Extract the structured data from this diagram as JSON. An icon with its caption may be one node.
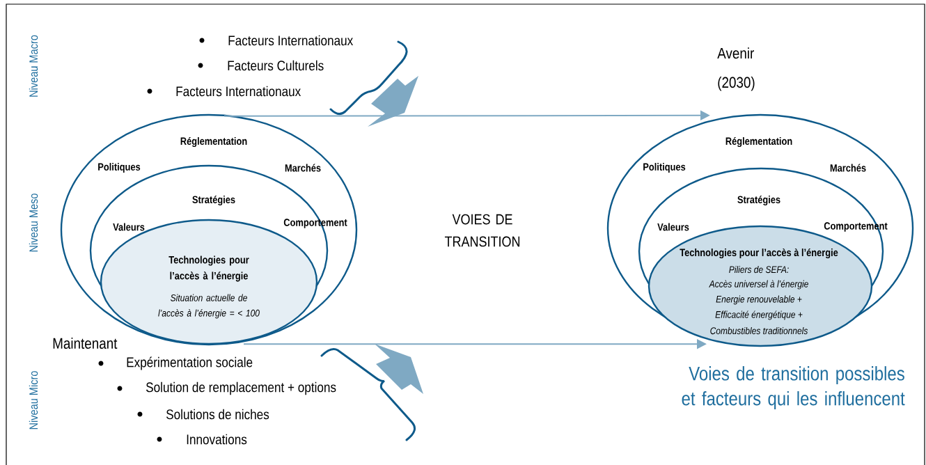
{
  "diagram": {
    "caption": "Voies de transition possibles et facteurs qui les influencent",
    "nodes": [
      {
        "text": [
          "Réglementation",
          "Politiques",
          "Marchés"
        ]
      },
      {
        "text": [
          "Stratégies",
          "Valeurs",
          "Comportement"
        ],
        "in": 0
      },
      {
        "text": [
          "Technologies pour l’accès à l’énergie",
          "Situation actuelle de l’accès à l’énergie = < 100"
        ],
        "in": 1
      },
      {
        "text": [
          "Réglementation",
          "Politiques",
          "Marchés"
        ]
      },
      {
        "text": [
          "Stratégies",
          "Valeurs",
          "Comportement"
        ],
        "in": 3
      },
      {
        "text": [
          "Technologies pour l’accès à l’énergie",
          "Piliers de SEFA:",
          "Accès universel à l’énergie",
          "Energie renouvelable +",
          "Efficacité énergétique +",
          "Combustibles traditionnels"
        ],
        "in": 4
      }
    ],
    "edges": [
      {
        "from": 0,
        "to": 3,
        "arrow": "to"
      },
      {
        "from": 2,
        "to": 5,
        "arrow": "to"
      }
    ],
    "labels": [
      "Niveau Macro",
      "Facteurs Internationaux",
      "Facteurs Culturels",
      "Facteurs Internationaux",
      "Avenir (2030)",
      "Niveau Meso",
      "VOIES DE TRANSITION",
      "Maintenant",
      "Niveau Micro",
      "Expérimentation sociale",
      "Solution de remplacement + options",
      "Solutions de niches",
      "Innovations"
    ]
  }
}
